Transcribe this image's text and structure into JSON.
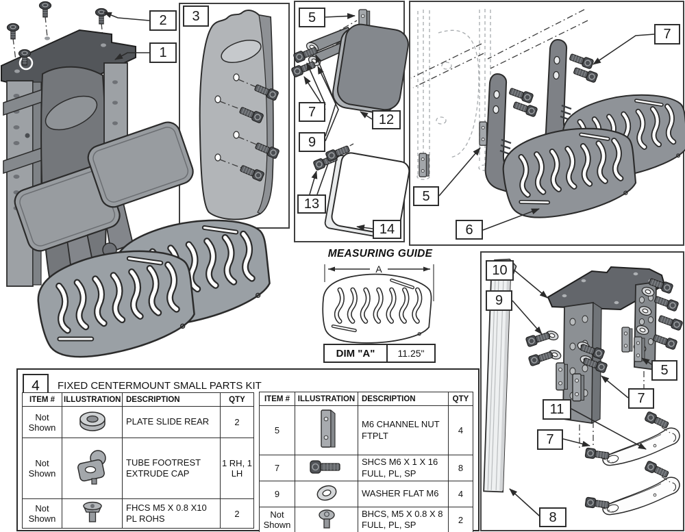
{
  "callouts": [
    {
      "label": "2"
    },
    {
      "label": "1"
    },
    {
      "label": "3"
    },
    {
      "label": "5"
    },
    {
      "label": "7"
    },
    {
      "label": "9"
    },
    {
      "label": "12"
    },
    {
      "label": "13"
    },
    {
      "label": "14"
    },
    {
      "label": "7"
    },
    {
      "label": "5"
    },
    {
      "label": "6"
    },
    {
      "label": "10"
    },
    {
      "label": "9"
    },
    {
      "label": "5"
    },
    {
      "label": "7"
    },
    {
      "label": "11"
    },
    {
      "label": "7"
    },
    {
      "label": "8"
    }
  ],
  "measuring_guide": {
    "title": "MEASURING GUIDE",
    "dim_letter": "A",
    "dim_label": "DIM \"A\"",
    "dim_value": "11.25\""
  },
  "parts_kit": {
    "number": "4",
    "title": "FIXED CENTERMOUNT SMALL PARTS KIT",
    "columns": [
      "ITEM #",
      "ILLUSTRATION",
      "DESCRIPTION",
      "QTY"
    ],
    "left_rows": [
      {
        "item": "Not Shown",
        "illustration": "plate-slide-ring",
        "description": "PLATE SLIDE REAR",
        "qty": "2"
      },
      {
        "item": "Not Shown",
        "illustration": "tube-footrest-extrude-cap",
        "description": "TUBE FOOTREST EXTRUDE CAP",
        "qty": "1 RH, 1 LH"
      },
      {
        "item": "Not Shown",
        "illustration": "fhcs-flat-head-screw",
        "description": "FHCS M5 X 0.8 X10 PL ROHS",
        "qty": "2"
      }
    ],
    "right_rows": [
      {
        "item": "5",
        "illustration": "m6-channel-nut",
        "description": "M6 CHANNEL NUT FTPLT",
        "qty": "4"
      },
      {
        "item": "7",
        "illustration": "shcs-socket-head-screw",
        "description": "SHCS M6 X 1 X 16 FULL, PL, SP",
        "qty": "8"
      },
      {
        "item": "9",
        "illustration": "flat-washer",
        "description": "WASHER FLAT M6",
        "qty": "4"
      },
      {
        "item": "Not Shown",
        "illustration": "bhcs-button-head-screw",
        "description": "BHCS, M5 X 0.8 X 8 FULL, PL, SP",
        "qty": "2"
      }
    ]
  },
  "colors": {
    "line": "#2b2b2b",
    "part_gray": "#9aa0a5",
    "pad_dark_gray": "#84888d",
    "plate_dark": "#53565a",
    "ghost_gray": "#a6aaad",
    "background": "#ffffff"
  }
}
